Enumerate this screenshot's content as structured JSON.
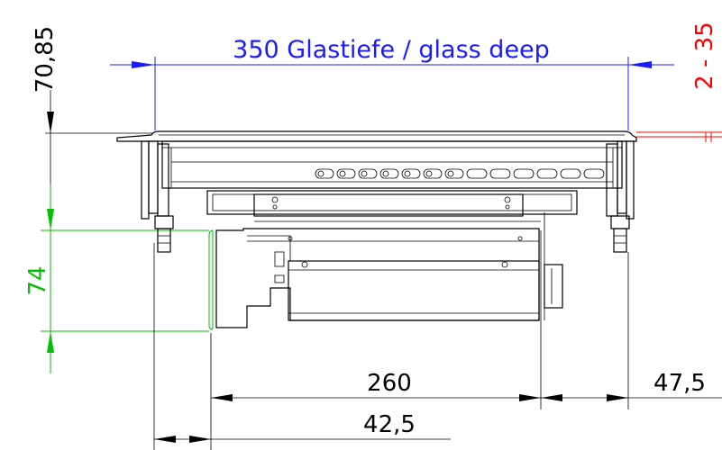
{
  "dimensions": {
    "glass_depth_label": "350 Glastiefe / glass deep",
    "height_top_label": "70,85",
    "height_side_label": "74",
    "offset_right_label": "2 - 35",
    "width_260_label": "260",
    "width_47_label": "47,5",
    "width_42_label": "42,5"
  },
  "colors": {
    "blue_dimension": "#1b1bff",
    "green_dimension": "#00c000",
    "red_dimension": "#ff0000",
    "line_black": "#000000"
  }
}
